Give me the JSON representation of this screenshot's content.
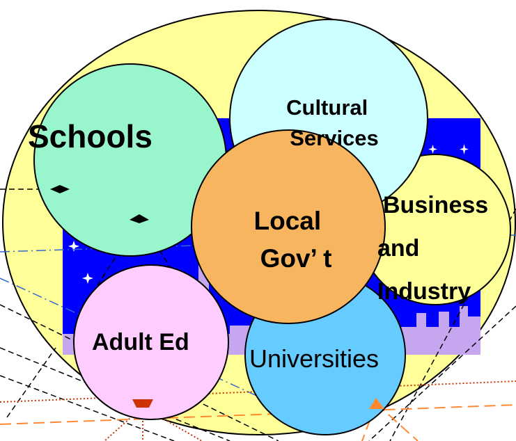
{
  "diagram": {
    "nodes": [
      {
        "id": "schools",
        "label": "Schools",
        "color": "#99f5cc"
      },
      {
        "id": "cultural",
        "label_lines": [
          "Cultural",
          "Services"
        ],
        "color": "#ccffff"
      },
      {
        "id": "local",
        "label_lines": [
          "Local",
          "Gov’ t"
        ],
        "color": "#f7b560"
      },
      {
        "id": "business",
        "label_lines": [
          "Business",
          "and",
          "Industry"
        ],
        "color": "#ffff99"
      },
      {
        "id": "adulted",
        "label": "Adult Ed",
        "color": "#ffccff"
      },
      {
        "id": "universities",
        "label": "Universities",
        "color": "#66ccff"
      }
    ],
    "outer_color": "#ffff99",
    "background_colors": {
      "night": "#0000ff",
      "buildings": "#c6a6ef"
    },
    "arrow_colors": {
      "dashed_black": "#000000",
      "dashdot_blue": "#3366cc",
      "dotted_red": "#cc3300",
      "dashed_orange": "#ff8833"
    }
  }
}
